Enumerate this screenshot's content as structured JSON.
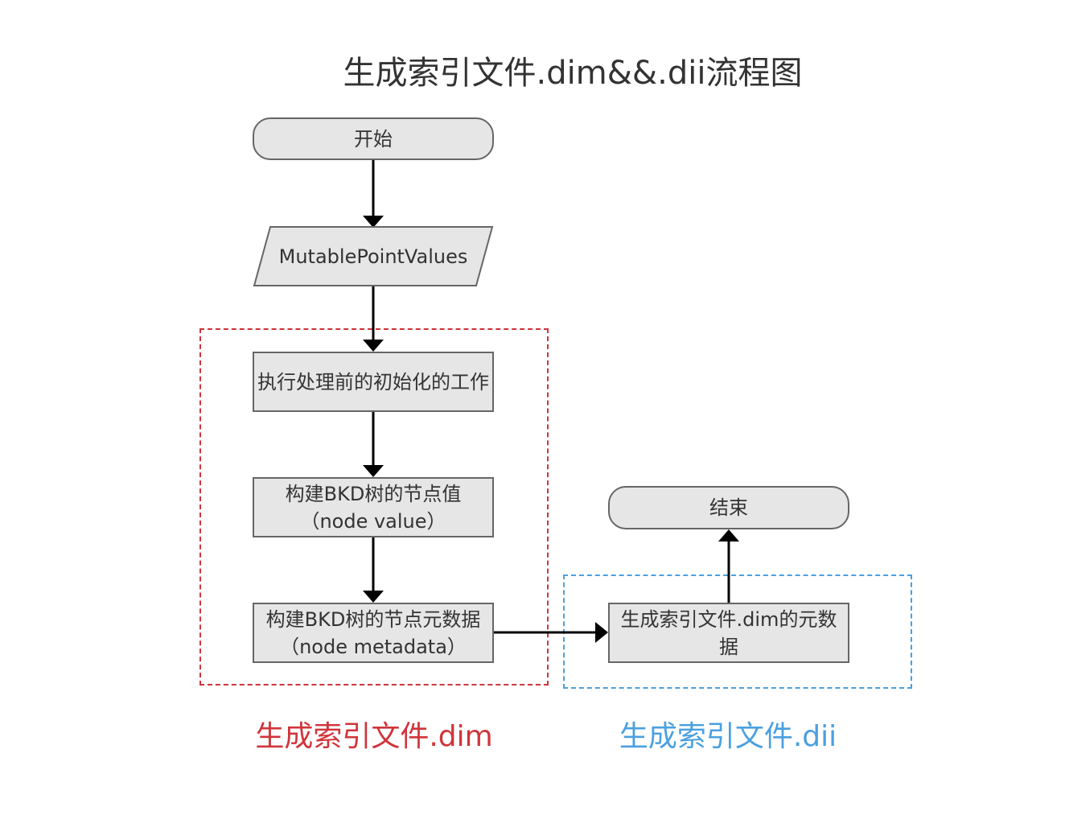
{
  "title": "生成索引文件.dim&&.dii流程图",
  "nodes": {
    "start": "开始",
    "input": "MutablePointValues",
    "init": "执行处理前的初始化的工作",
    "node_value": "构建BKD树的节点值（node value）",
    "node_metadata": "构建BKD树的节点元数据（node metadata）",
    "dim_meta": "生成索引文件.dim的元数据",
    "end": "结束"
  },
  "groups": {
    "dim": {
      "label": "生成索引文件.dim",
      "color": "#d0343a"
    },
    "dii": {
      "label": "生成索引文件.dii",
      "color": "#4aa0e0"
    }
  },
  "colors": {
    "node_fill": "#e6e6e6",
    "node_border": "#666666",
    "edge": "#000000"
  }
}
